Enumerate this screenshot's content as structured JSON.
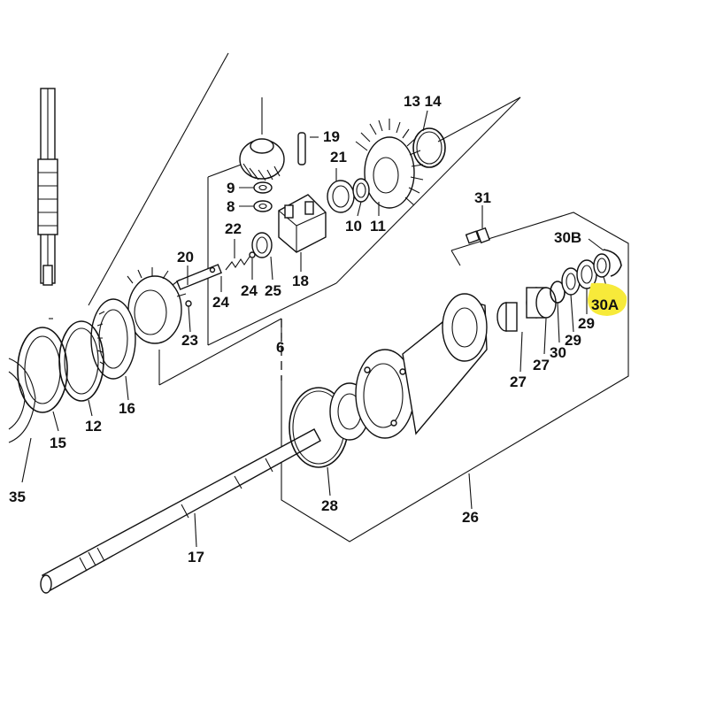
{
  "diagram": {
    "highlight_color": "#f7ea3a",
    "labels": {
      "l_13_14": "13 14",
      "l_19": "19",
      "l_21": "21",
      "l_9": "9",
      "l_8": "8",
      "l_22": "22",
      "l_20": "20",
      "l_24a": "24",
      "l_25": "25",
      "l_24b": "24",
      "l_18": "18",
      "l_10": "10",
      "l_11": "11",
      "l_31": "31",
      "l_30B": "30B",
      "l_30A": "30A",
      "l_29a": "29",
      "l_29b": "29",
      "l_30": "30",
      "l_27a": "27",
      "l_27b": "27",
      "l_23": "23",
      "l_6": "6",
      "l_16": "16",
      "l_12": "12",
      "l_15": "15",
      "l_35": "35",
      "l_28": "28",
      "l_26": "26",
      "l_17": "17"
    }
  }
}
